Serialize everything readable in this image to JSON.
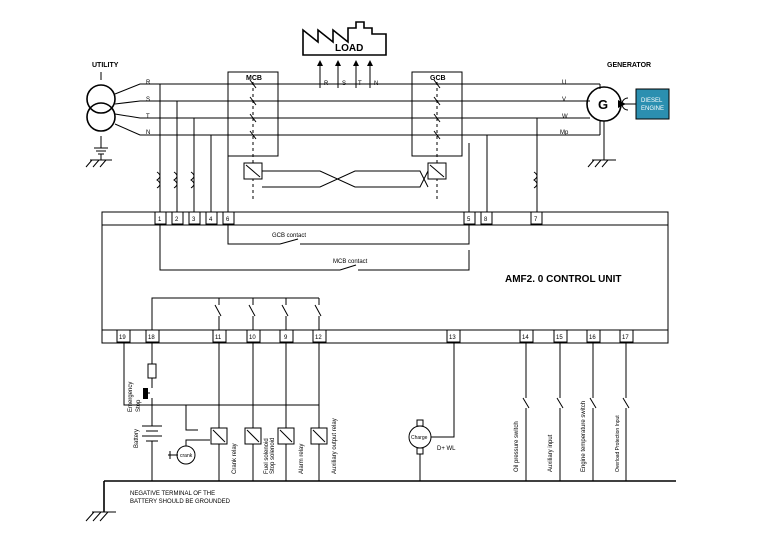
{
  "labels": {
    "load": "LOAD",
    "utility": "UTILITY",
    "generator": "GENERATOR",
    "mcb": "MCB",
    "gcb": "GCB",
    "generator_symbol": "G",
    "diesel_engine": [
      "DIESEL",
      "ENGINE"
    ],
    "control_unit": "AMF2. 0  CONTROL UNIT",
    "gcb_contact": "GCB contact",
    "mcb_contact": "MCB contact",
    "ground_note": [
      "NEGATIVE TERMINAL OF THE",
      "BATTERY SHOULD BE GROUNDED"
    ],
    "charge": "Charge",
    "d_plus_wl": "D+ WL",
    "crank": "crank",
    "emergency_stop": [
      "Emergency",
      "Stop"
    ],
    "battery": "Battery"
  },
  "utility_phases": [
    "R",
    "S",
    "T",
    "N"
  ],
  "generator_phases": [
    "U",
    "V",
    "W",
    "Mp"
  ],
  "load_phases": [
    "R",
    "S",
    "T",
    "N"
  ],
  "top_terminals": [
    "1",
    "2",
    "3",
    "4",
    "6",
    "5",
    "8",
    "7"
  ],
  "bottom_terminals": [
    "19",
    "18",
    "11",
    "10",
    "9",
    "12",
    "13",
    "14",
    "15",
    "16",
    "17"
  ],
  "relay_labels": [
    "Crank relay",
    "Fuel solenoid",
    "Stop solenoid",
    "Alarm relay",
    "Auxiliary output relay"
  ],
  "input_labels": [
    "Oil pressure switch",
    "Auxiliary input",
    "Engine temperature switch",
    "Overload Protection Input"
  ],
  "colors": {
    "engine_fill": "#2b8fb0",
    "engine_text": "#ffffff",
    "line": "#000000"
  }
}
